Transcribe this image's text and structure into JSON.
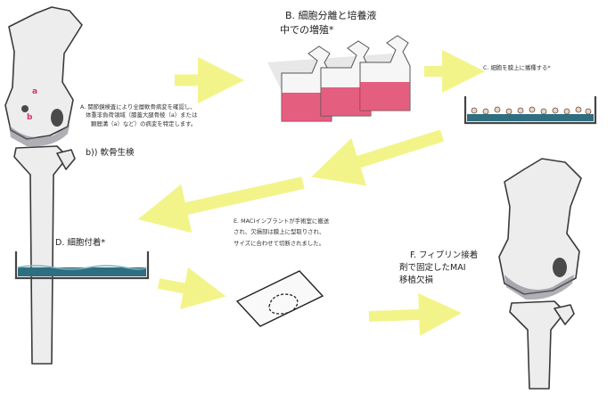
{
  "colors": {
    "arrow": "#f2f48a",
    "bone_fill": "#ededed",
    "bone_stroke": "#3a3a3a",
    "cartilage": "#6e6e78",
    "culture_pink": "#e0436a",
    "membrane_teal": "#2f6e80",
    "defect_dark": "#4a4a4a",
    "label_a": "#d6336c",
    "label_b": "#d6336c"
  },
  "labels": {
    "a": "a",
    "b": "b"
  },
  "steps": {
    "A": {
      "line1": "A. 関節鏡検査により全層軟骨病変を確認し、",
      "line2": "体重非負荷領域（膝蓋大腿骨棱（a）または",
      "line3": "顆間溝（a）など）の病変を特定します。",
      "sub": "b)) 軟骨生検"
    },
    "B": {
      "line1": "B. 細胞分離と培養液",
      "line2": "中での増殖*"
    },
    "C": {
      "text": "C. 細胞を膜上に播種する*"
    },
    "D": {
      "text": "D. 細胞付着*"
    },
    "E": {
      "line1": "E. MACIインプラントが手術室に搬送",
      "line2": "され、欠損部は膜上に型取りされ、",
      "line3": "サイズに合わせて切断されました。"
    },
    "F": {
      "line1": "F. フィブリン接着",
      "line2": "剤で固定したMAI",
      "line3": "移植欠損"
    }
  },
  "icons": [
    "knee-joint-icon",
    "culture-flask-icon",
    "cell-membrane-dish-icon",
    "membrane-implant-icon",
    "flow-arrow-icon"
  ]
}
